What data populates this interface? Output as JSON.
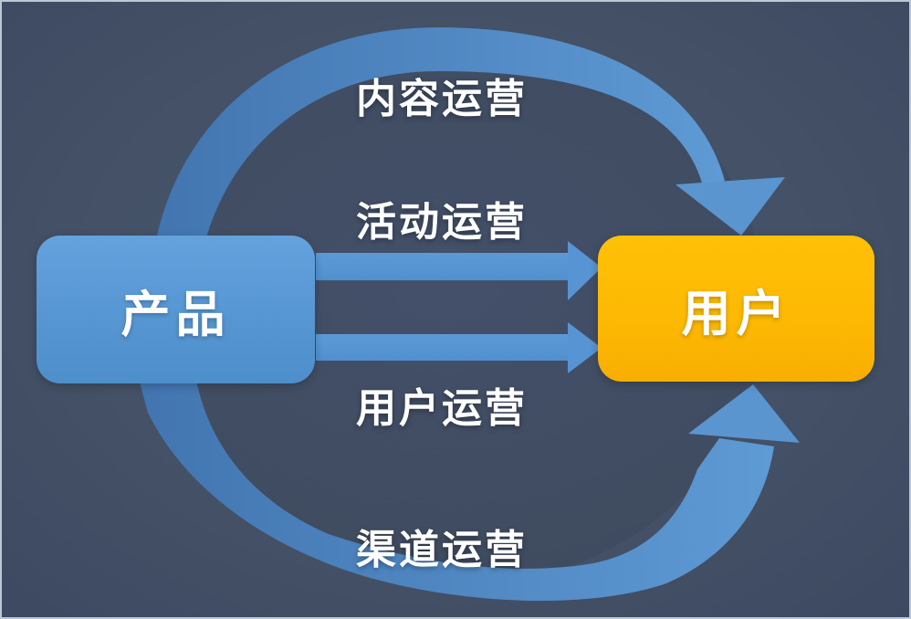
{
  "diagram": {
    "title": "product-to-user operations flow",
    "nodes": {
      "product": {
        "label": "产品",
        "fill": "#5796D3",
        "text_color": "#FFFFFF"
      },
      "user": {
        "label": "用户",
        "fill": "#FDB903",
        "text_color": "#FFFFFF"
      }
    },
    "flows": [
      {
        "id": "content-ops",
        "label": "内容运营",
        "from": "产品",
        "to": "用户",
        "shape": "curved-arrow-top"
      },
      {
        "id": "activity-ops",
        "label": "活动运营",
        "from": "产品",
        "to": "用户",
        "shape": "straight-arrow-upper"
      },
      {
        "id": "user-ops",
        "label": "用户运营",
        "from": "产品",
        "to": "用户",
        "shape": "straight-arrow-lower"
      },
      {
        "id": "channel-ops",
        "label": "渠道运营",
        "from": "产品",
        "to": "用户",
        "shape": "curved-arrow-bottom"
      }
    ],
    "colors": {
      "background": "#445166",
      "frame_border": "#BCC8D6",
      "straight_arrow": "#5794D3",
      "curved_arrow_start": "#4275B0",
      "curved_arrow_end": "#5E9AD4",
      "label_text": "#FFFFFF"
    }
  }
}
